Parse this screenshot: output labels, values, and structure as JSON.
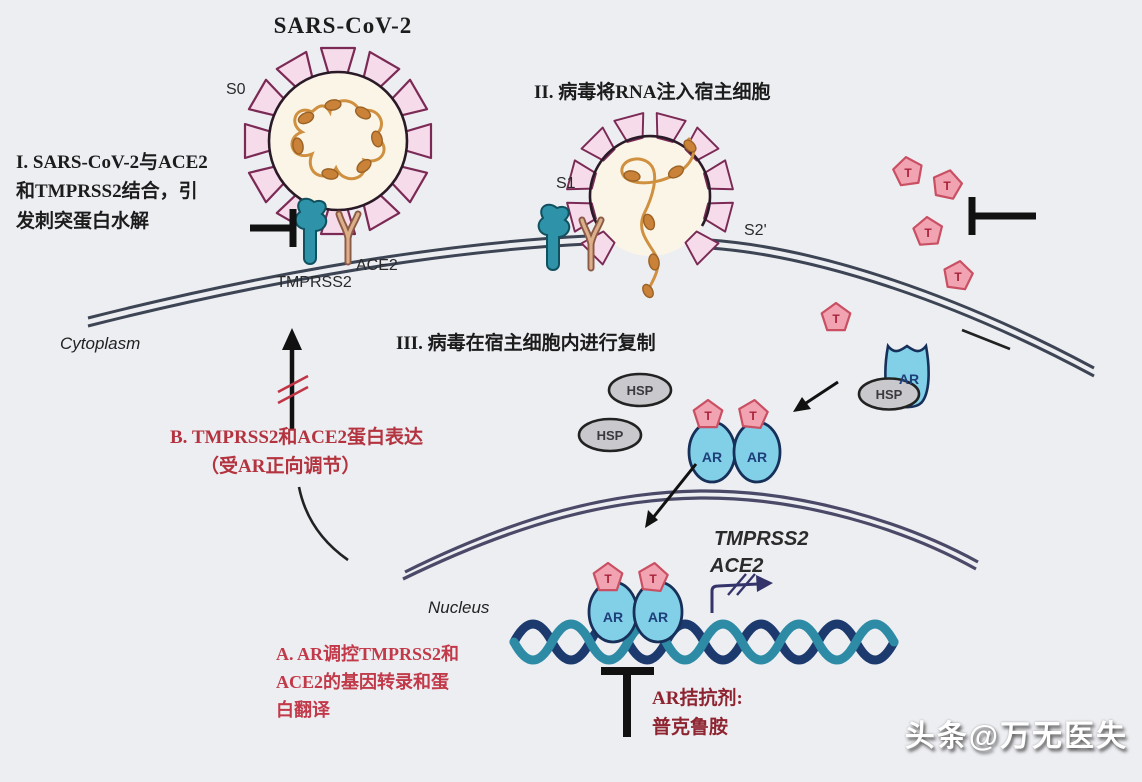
{
  "title": "SARS-CoV-2",
  "steps": {
    "step1": "I. SARS-CoV-2与ACE2\n和TMPRSS2结合，引\n发刺突蛋白水解",
    "step2": "II. 病毒将RNA注入宿主细胞",
    "step3": "III. 病毒在宿主细胞内进行复制"
  },
  "notes": {
    "b_line1": "B. TMPRSS2和ACE2蛋白表达",
    "b_line2": "（受AR正向调节）",
    "a": "A. AR调控TMPRSS2和\nACE2的基因转录和蛋\n白翻译",
    "antagonist": "AR拮抗剂:\n普克鲁胺"
  },
  "labels": {
    "s0": "S0",
    "s1": "S1",
    "s2prime": "S2'",
    "tmprss2": "TMPRSS2",
    "ace2": "ACE2",
    "cytoplasm": "Cytoplasm",
    "nucleus": "Nucleus",
    "hsp": "HSP",
    "ar": "AR",
    "t": "T",
    "gene_tmprss2": "TMPRSS2",
    "gene_ace2": "ACE2"
  },
  "watermark": "头条@万无医失",
  "colors": {
    "background": "#edeef2",
    "spike_pink": "#f6dcea",
    "spike_outline": "#7b2a55",
    "virus_interior": "#fbf5e8",
    "rna_orange": "#cf9040",
    "rna_bead": "#c98237",
    "tmprss2_teal": "#2e93a8",
    "ace2_tan": "#dcaf8a",
    "ace2_outline": "#8a5a45",
    "membrane_slate": "#3d4554",
    "nuclear_membrane": "#4a4a68",
    "hsp_grey": "#c9c9cd",
    "ar_blue": "#82cfe8",
    "ar_outline": "#16305a",
    "t_pink": "#f2a3b2",
    "t_outline": "#c94f63",
    "dna_navy": "#1c3a6e",
    "dna_teal": "#2d8ba6",
    "arrow_navy": "#34346b",
    "note_red": "#b3333f",
    "note_crimson": "#c23a4a",
    "note_dark_red": "#8e2430",
    "black": "#111111"
  }
}
